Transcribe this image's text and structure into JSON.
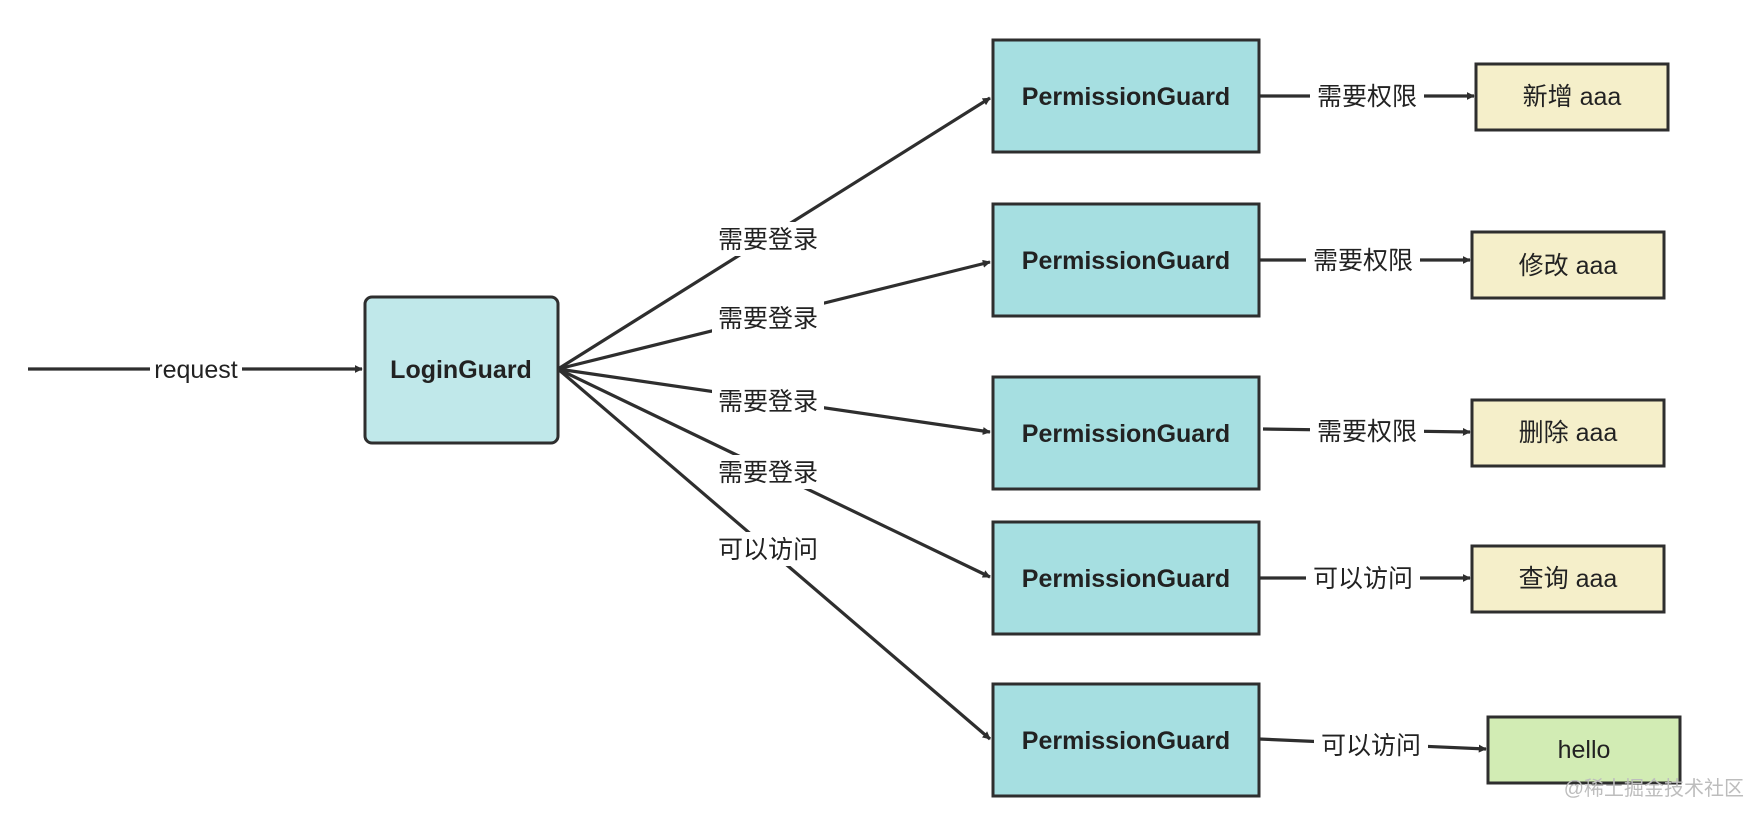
{
  "colors": {
    "login_fill": "#c0e8ea",
    "guard_fill": "#a6dfe1",
    "leaf_fill": "#f5efca",
    "hello_fill": "#d2ecb4",
    "stroke": "#2e2e2e",
    "watermark": "#bdbdbd"
  },
  "entry": {
    "label": "request"
  },
  "login": {
    "label": "LoginGuard"
  },
  "guards": [
    {
      "label": "PermissionGuard",
      "in_edge": "需要登录",
      "out_edge": "需要权限",
      "target": "新增 aaa"
    },
    {
      "label": "PermissionGuard",
      "in_edge": "需要登录",
      "out_edge": "需要权限",
      "target": "修改 aaa"
    },
    {
      "label": "PermissionGuard",
      "in_edge": "需要登录",
      "out_edge": "需要权限",
      "target": "删除 aaa"
    },
    {
      "label": "PermissionGuard",
      "in_edge": "需要登录",
      "out_edge": "可以访问",
      "target": "查询 aaa"
    },
    {
      "label": "PermissionGuard",
      "in_edge": "可以访问",
      "out_edge": "可以访问",
      "target": "hello"
    }
  ],
  "watermark": "@稀土掘金技术社区"
}
